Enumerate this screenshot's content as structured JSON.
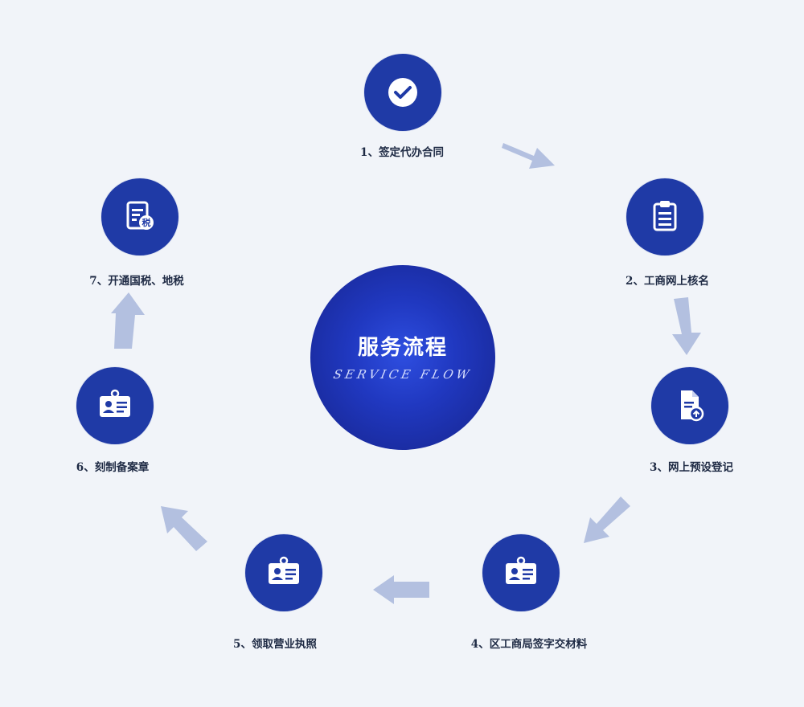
{
  "center": {
    "title": "服务流程",
    "subtitle": "SERVICE FLOW"
  },
  "steps": [
    {
      "label": "1、签定代办合同",
      "icon": "check-icon"
    },
    {
      "label": "2、工商网上核名",
      "icon": "clipboard-icon"
    },
    {
      "label": "3、网上预设登记",
      "icon": "document-upload-icon"
    },
    {
      "label": "4、区工商局签字交材料",
      "icon": "id-card-icon"
    },
    {
      "label": "5、领取营业执照",
      "icon": "id-card-icon"
    },
    {
      "label": "6、刻制备案章",
      "icon": "id-card-icon"
    },
    {
      "label": "7、开通国税、地税",
      "icon": "tax-document-icon"
    }
  ],
  "tax_glyph": "税",
  "colors": {
    "background": "#f1f4f9",
    "node": "#1f3aa6",
    "arrow": "#b3c0e0",
    "label": "#1e2a44"
  }
}
